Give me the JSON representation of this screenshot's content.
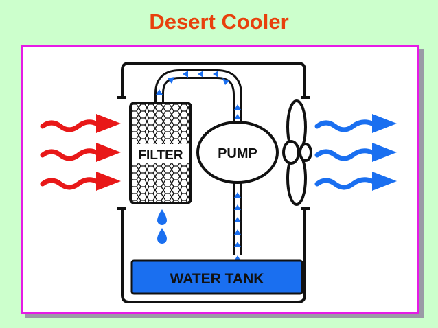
{
  "title": "Desert Cooler",
  "labels": {
    "filter": "FILTER",
    "pump": "PUMP",
    "water_tank": "WATER TANK"
  },
  "colors": {
    "background": "#ccffcc",
    "title": "#e8400c",
    "frame": "#e61be6",
    "hot_air": "#e81818",
    "cool_air": "#1a6ff0",
    "water": "#1a6ff0"
  },
  "icons": {
    "incoming_air": "wavy-arrow-right-red",
    "outgoing_air": "wavy-arrow-right-blue",
    "fan": "fan-icon",
    "water_drop": "water-drop-icon"
  }
}
